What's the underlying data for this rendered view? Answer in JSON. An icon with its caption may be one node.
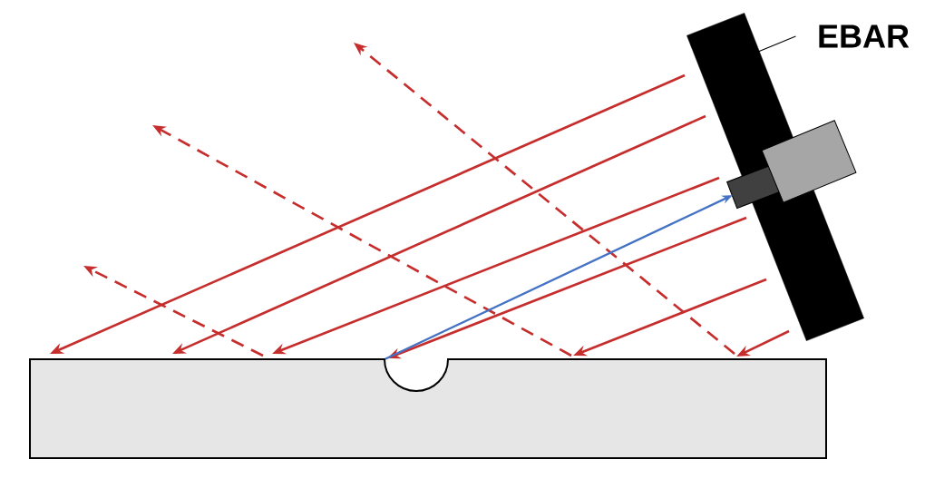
{
  "diagram": {
    "nodes": [
      {
        "text": [
          "EBAR"
        ]
      },
      {
        "text": [],
        "shape": "bar"
      },
      {
        "text": [],
        "shape": "picture"
      },
      {
        "text": [],
        "shape": "box"
      }
    ],
    "edges": [
      {
        "from": 0,
        "to": 1,
        "arrow": "none"
      },
      {
        "from": 3,
        "to": 2,
        "arrow": "to",
        "color": "#4472c4"
      }
    ]
  }
}
